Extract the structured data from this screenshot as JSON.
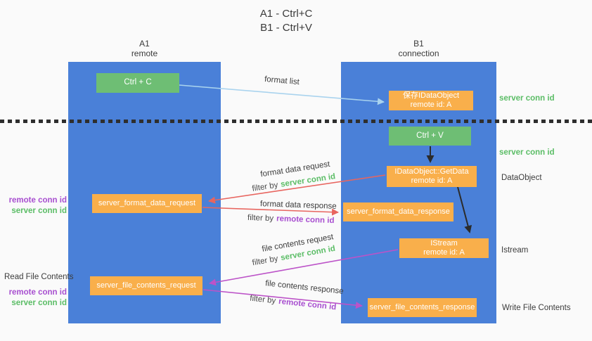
{
  "title": {
    "line1": "A1 - Ctrl+C",
    "line2": "B1 - Ctrl+V"
  },
  "columns": {
    "left": {
      "name": "A1",
      "sub": "remote"
    },
    "right": {
      "name": "B1",
      "sub": "connection"
    }
  },
  "nodes": {
    "ctrl_c": {
      "label": "Ctrl + C"
    },
    "ctrl_v": {
      "label": "Ctrl + V"
    },
    "save_dataobject": {
      "line1": "保存IDataObject",
      "line2": "remote id: A"
    },
    "getdata": {
      "line1": "IDataObject::GetData",
      "line2": "remote id: A"
    },
    "istream": {
      "line1": "IStream",
      "line2": "remote id: A"
    },
    "format_request": {
      "label": "server_format_data_request"
    },
    "format_response": {
      "label": "server_format_data_response"
    },
    "file_request": {
      "label": "server_file_contents_request"
    },
    "file_response": {
      "label": "server_file_contents_response"
    }
  },
  "arrow_labels": {
    "format_list": "format list",
    "format_data_request": "format data request",
    "format_data_response": "format data response",
    "file_contents_request": "file contents request",
    "file_contents_response": "file contents response",
    "filter_by": "filter by",
    "server_conn_id": "server conn id",
    "remote_conn_id": "remote conn id"
  },
  "side_labels": {
    "left": {
      "pair1_remote": "remote conn id",
      "pair1_server": "server conn id",
      "read_file": "Read File Contents",
      "pair2_remote": "remote conn id",
      "pair2_server": "server conn id"
    },
    "right": {
      "server_conn_top": "server conn id",
      "server_conn_mid": "server conn id",
      "dataobject": "DataObject",
      "istream": "Istream",
      "write_file": "Write File Contents"
    }
  },
  "colors": {
    "panel_blue": "#4a80d8",
    "node_green": "#6ebe74",
    "node_orange": "#f9af4b",
    "text_green": "#5bbd66",
    "text_purple": "#a84fd0",
    "arrow_red": "#e8655f",
    "arrow_magenta": "#bc53c8",
    "arrow_lightblue": "#a9d3ee",
    "arrow_black": "#2b2b2b"
  }
}
